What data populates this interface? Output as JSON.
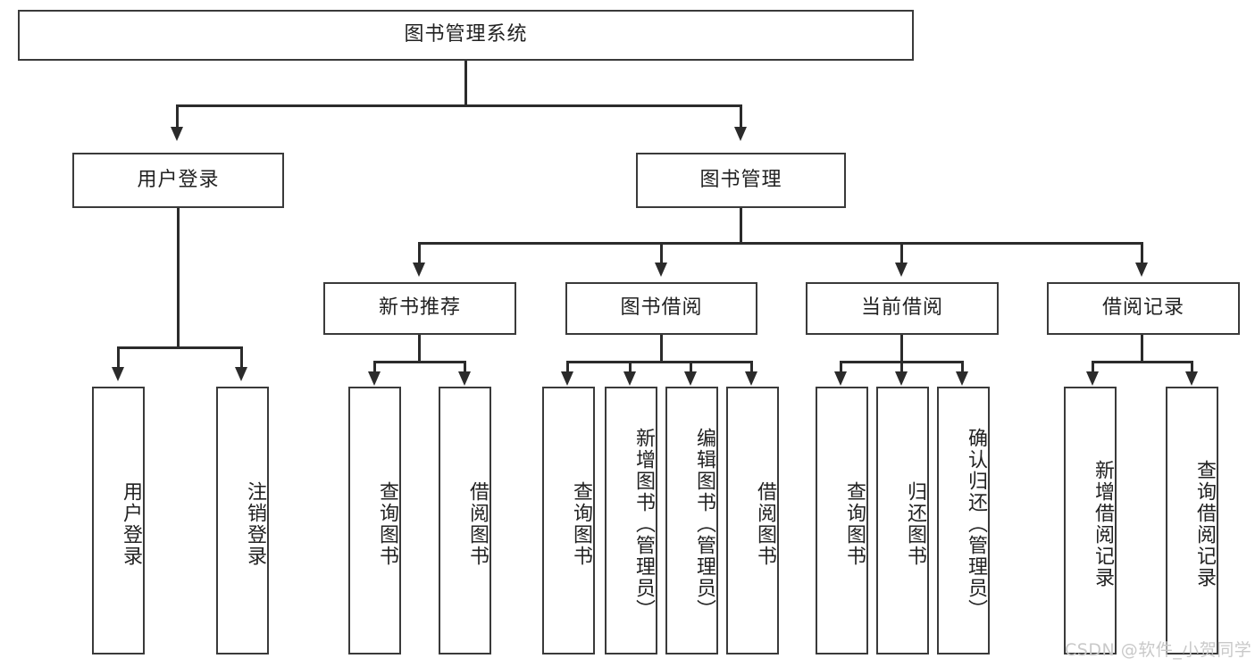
{
  "diagram": {
    "title": "图书管理系统",
    "type": "hierarchy-tree",
    "root": {
      "label": "图书管理系统"
    },
    "level2": [
      {
        "label": "用户登录"
      },
      {
        "label": "图书管理"
      }
    ],
    "level3": [
      {
        "label": "新书推荐"
      },
      {
        "label": "图书借阅"
      },
      {
        "label": "当前借阅"
      },
      {
        "label": "借阅记录"
      }
    ],
    "leaves": {
      "user_login": [
        {
          "label": "用户登录"
        },
        {
          "label": "注销登录"
        }
      ],
      "new_book_recommend": [
        {
          "label": "查询图书"
        },
        {
          "label": "借阅图书"
        }
      ],
      "book_borrow": [
        {
          "label": "查询图书"
        },
        {
          "label": "新增图书（管理员）"
        },
        {
          "label": "编辑图书（管理员）"
        },
        {
          "label": "借阅图书"
        }
      ],
      "current_borrow": [
        {
          "label": "查询图书"
        },
        {
          "label": "归还图书"
        },
        {
          "label": "确认归还（管理员）"
        }
      ],
      "borrow_records": [
        {
          "label": "新增借阅记录"
        },
        {
          "label": "查询借阅记录"
        }
      ]
    }
  },
  "watermark": {
    "text": "CSDN @软件_小贺同学"
  },
  "colors": {
    "box_border": "#3a3a3a",
    "line": "#2b2b2b",
    "background": "#ffffff",
    "text": "#222222",
    "watermark": "#c9c9c9"
  }
}
